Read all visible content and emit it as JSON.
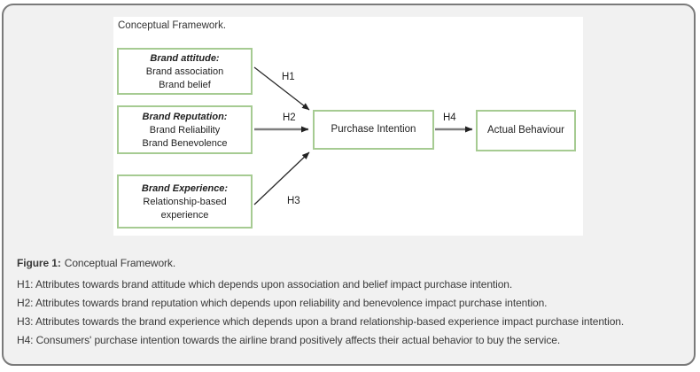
{
  "figure": {
    "diagram_title": "Conceptual Framework.",
    "boxes": {
      "brand_attitude": {
        "heading": "Brand attitude:",
        "line1": "Brand association",
        "line2": "Brand belief"
      },
      "brand_reputation": {
        "heading": "Brand Reputation:",
        "line1": "Brand Reliability",
        "line2": "Brand Benevolence"
      },
      "brand_experience": {
        "heading": "Brand Experience:",
        "line1": "Relationship-based",
        "line2": "experience"
      },
      "purchase_intention": "Purchase Intention",
      "actual_behaviour": "Actual Behaviour"
    },
    "arrow_labels": {
      "h1": "H1",
      "h2": "H2",
      "h3": "H3",
      "h4": "H4"
    }
  },
  "caption": {
    "label": "Figure 1:",
    "text": "Conceptual Framework."
  },
  "hypotheses": [
    "H1: Attributes towards brand attitude which depends upon association and belief impact purchase intention.",
    "H2: Attributes towards brand reputation which depends upon reliability and benevolence impact purchase intention.",
    "H3: Attributes towards the brand experience which depends upon a brand relationship-based experience impact purchase intention.",
    "H4: Consumers' purchase intention towards the airline brand positively affects their actual behavior to buy the service."
  ],
  "colors": {
    "box_border": "#a6cb92",
    "card_border": "#7a7a7a",
    "card_bg": "#f1f1f1",
    "panel_bg": "#ffffff",
    "arrow_gray": "#7f7f7f",
    "arrow_black": "#222222"
  }
}
